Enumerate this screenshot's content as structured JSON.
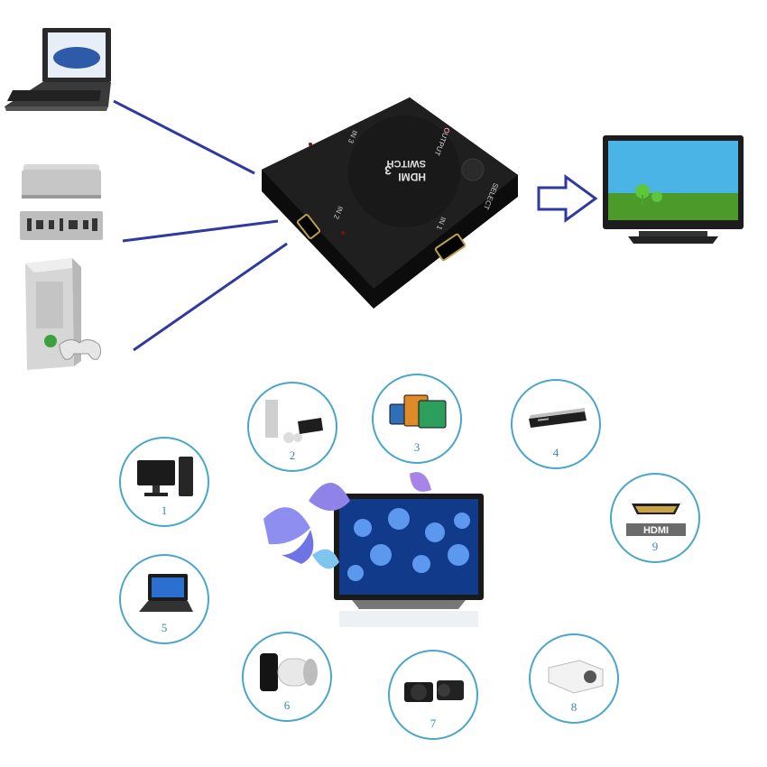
{
  "switch": {
    "brand": "HDMI",
    "name": "SWITCH",
    "ports_count": "3",
    "labels": {
      "output": "OUTPUT",
      "select": "SELECT",
      "in1": "IN 1",
      "in2": "IN 2",
      "in3": "IN 3"
    }
  },
  "sources": [
    {
      "name": "laptop-source"
    },
    {
      "name": "media-box-source"
    },
    {
      "name": "game-console-source"
    }
  ],
  "display": {
    "name": "tv-output"
  },
  "devices": [
    {
      "num": "1",
      "icon": "desktop-computer-icon"
    },
    {
      "num": "2",
      "icon": "game-console-icon"
    },
    {
      "num": "3",
      "icon": "tablets-icon"
    },
    {
      "num": "4",
      "icon": "dvd-player-icon"
    },
    {
      "num": "5",
      "icon": "laptop-icon"
    },
    {
      "num": "6",
      "icon": "speaker-icon"
    },
    {
      "num": "7",
      "icon": "camera-icon"
    },
    {
      "num": "8",
      "icon": "projector-icon"
    },
    {
      "num": "9",
      "icon": "hdmi-connector-icon",
      "label": "HDMI"
    }
  ],
  "colors": {
    "circle_border": "#4aa6c9",
    "connector_line": "#2e3a9f",
    "number_text": "#3a86b2",
    "device_body": "#1b1b1b"
  }
}
